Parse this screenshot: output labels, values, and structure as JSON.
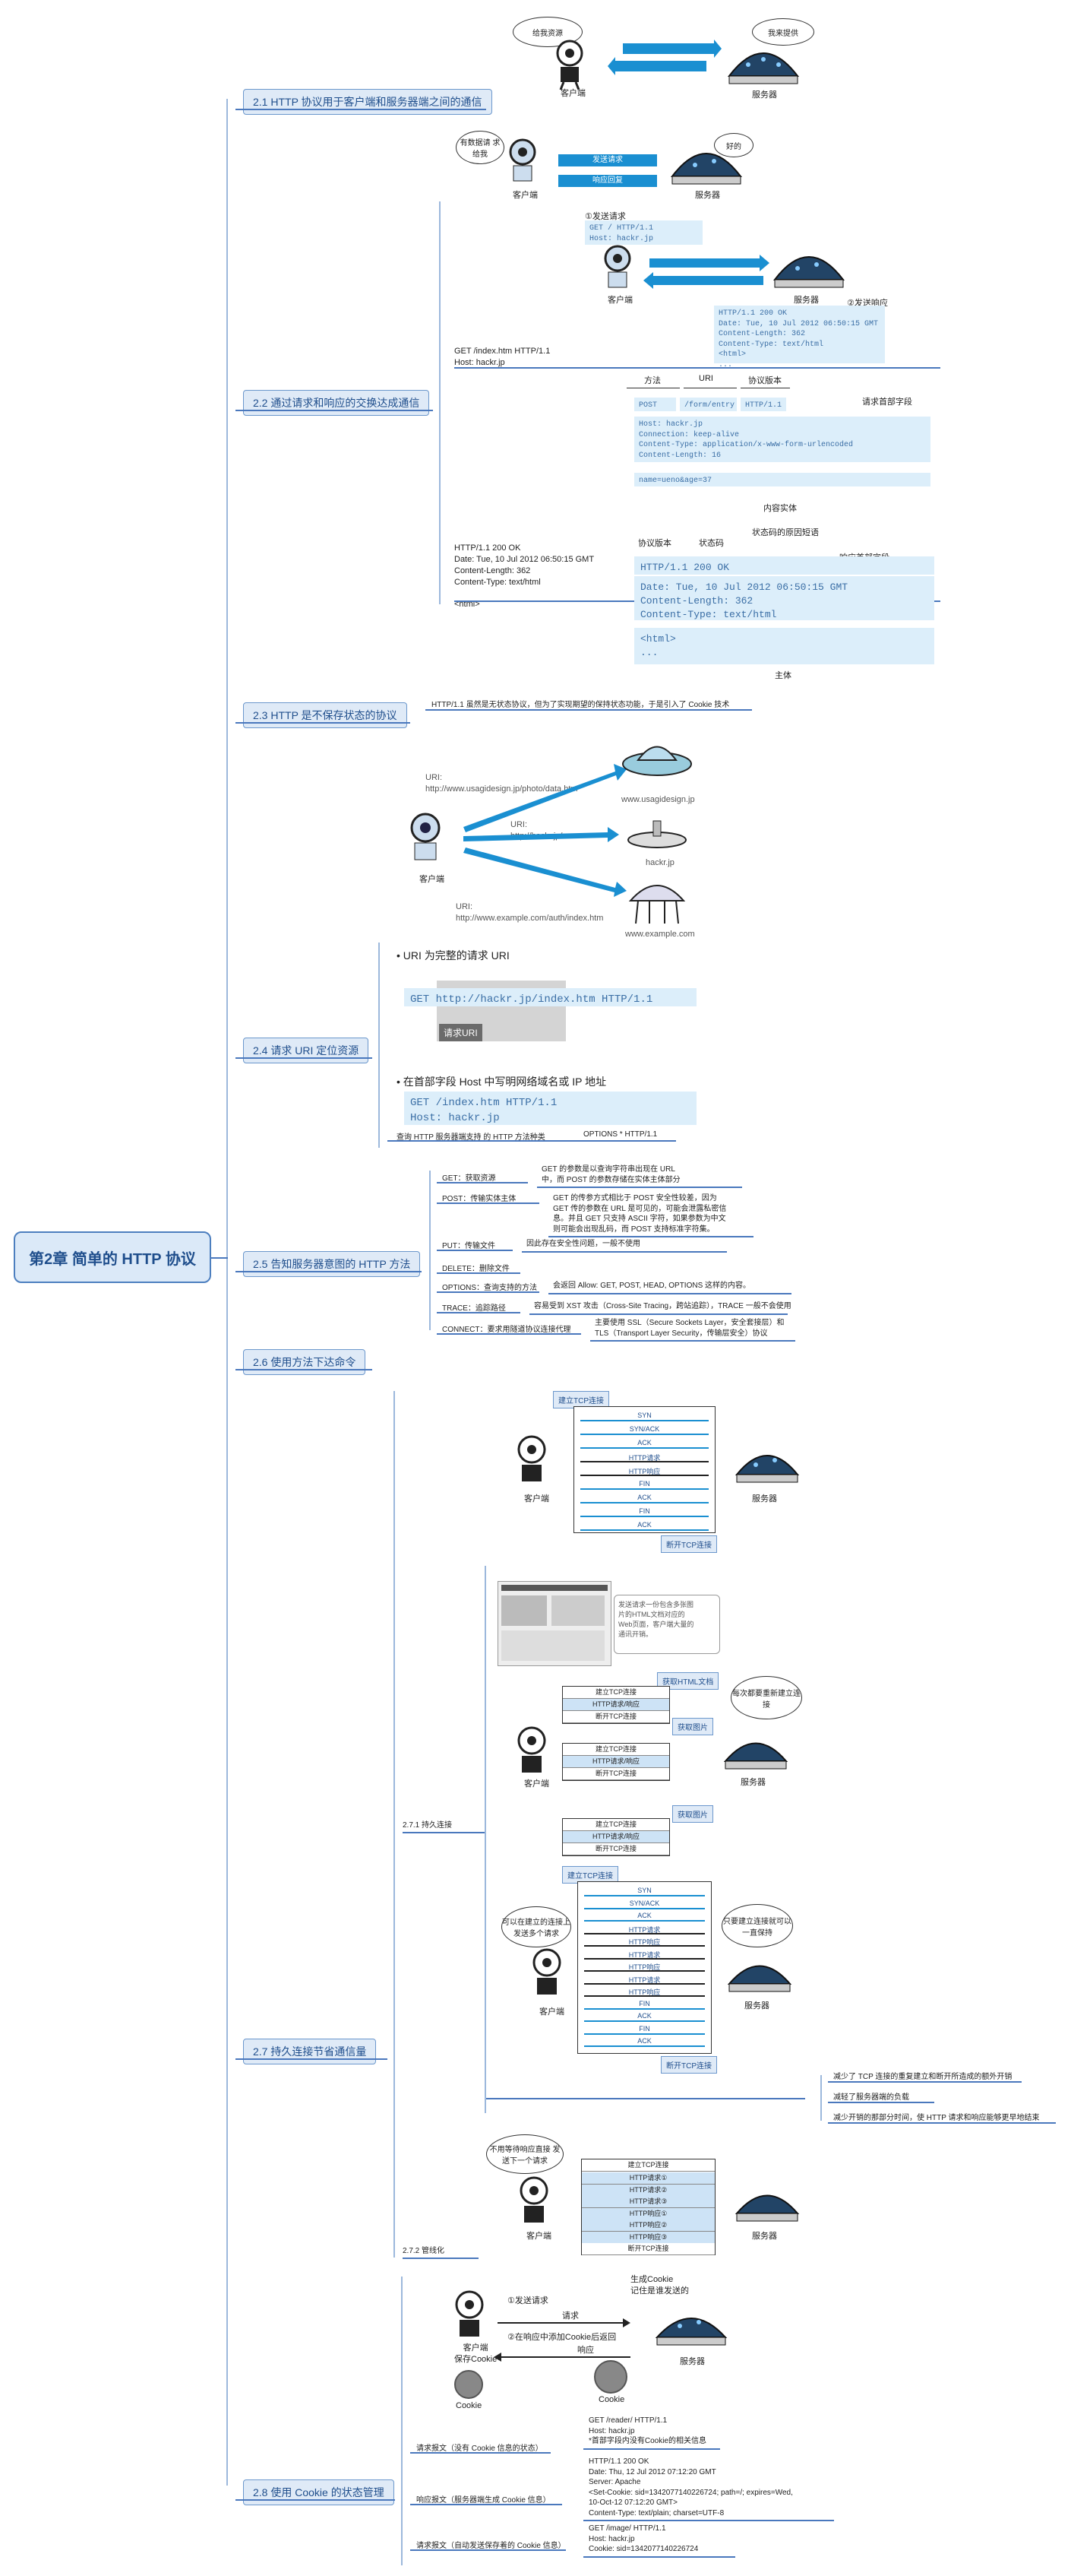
{
  "root": "第2章 简单的 HTTP 协议",
  "sections": {
    "s1": "2.1 HTTP 协议用于客户端和服务器端之间的通信",
    "s2": "2.2 通过请求和响应的交换达成通信",
    "s3": "2.3 HTTP 是不保存状态的协议",
    "s4": "2.4 请求 URI 定位资源",
    "s5": "2.5 告知服务器意图的 HTTP 方法",
    "s6": "2.6 使用方法下达命令",
    "s7": "2.7 持久连接节省通信量",
    "s8": "2.8 使用 Cookie 的状态管理"
  },
  "fig1": {
    "client": "客户端",
    "server": "服务器",
    "bubble_client": "给我资源",
    "bubble_server": "我来提供"
  },
  "fig2": {
    "client": "客户端",
    "server": "服务器",
    "bubble_client": "有数据请\n求给我",
    "bubble_server": "好的",
    "req": "发送请求",
    "resp": "响应回复"
  },
  "fig3": {
    "label_send": "①发送请求",
    "req_code": "GET / HTTP/1.1\nHost: hackr.jp",
    "client": "客户端",
    "server": "服务器",
    "label_resp": "②发送响应",
    "resp_code": "HTTP/1.1 200 OK\nDate: Tue, 10 Jul 2012 06:50:15 GMT\nContent-Length: 362\nContent-Type: text/html\n<html>\n..."
  },
  "req_side": "GET /index.htm HTTP/1.1\nHost: hackr.jp",
  "fig4": {
    "method": "方法",
    "uri": "URI",
    "ver": "协议版本",
    "head": "请求首部字段",
    "line1_method": "POST",
    "line1_uri": "/form/entry",
    "line1_ver": "HTTP/1.1",
    "headers": "Host: hackr.jp\nConnection: keep-alive\nContent-Type: application/x-www-form-urlencoded\nContent-Length: 16",
    "body": "name=ueno&age=37",
    "body_label": "内容实体"
  },
  "resp_side": "HTTP/1.1 200 OK\nDate: Tue, 10 Jul 2012 06:50:15 GMT\nContent-Length: 362\nContent-Type: text/html\n\n<html>",
  "fig5": {
    "ver": "协议版本",
    "code": "状态码",
    "reason": "状态码的原因短语",
    "head": "响应首部字段",
    "line1": "HTTP/1.1  200  OK",
    "headers": "Date: Tue, 10 Jul 2012 06:50:15 GMT\nContent-Length: 362\nContent-Type: text/html",
    "body": "<html>\n...",
    "body_label": "主体"
  },
  "s3_note": "HTTP/1.1 虽然是无状态协议，但为了实现期望的保持状态功能，于是引入了 Cookie 技术",
  "fig6": {
    "uri1": "URI:\nhttp://www.usagidesign.jp/photo/data.htm",
    "uri2": "URI:\nhttp://hackr.jp/",
    "uri3": "URI:\nhttp://www.example.com/auth/index.htm",
    "srv1": "www.usagidesign.jp",
    "srv2": "hackr.jp",
    "srv3": "www.example.com",
    "client": "客户端"
  },
  "s4": {
    "bullet1": "• URI 为完整的请求 URI",
    "code1": "GET http://hackr.jp/index.htm HTTP/1.1",
    "tag1": "请求URI",
    "bullet2": "• 在首部字段 Host 中写明网络域名或 IP 地址",
    "code2": "GET /index.htm HTTP/1.1\nHost: hackr.jp",
    "query": "查询 HTTP 服务器端支持 的 HTTP 方法种类",
    "options": "OPTIONS * HTTP/1.1"
  },
  "methods": [
    {
      "name": "GET：获取资源",
      "desc": "GET 的参数是以查询字符串出现在 URL\n中，而 POST 的参数存储在实体主体部分"
    },
    {
      "name": "POST：传输实体主体",
      "desc": "GET 的传参方式相比于 POST 安全性较差，因为\nGET 传的参数在 URL 是可见的，可能会泄露私密信\n息。并且 GET 只支持 ASCII 字符，如果参数为中文\n则可能会出现乱码，而 POST 支持标准字符集。"
    },
    {
      "name": "PUT：传输文件",
      "desc": "因此存在安全性问题，一般不使用"
    },
    {
      "name": "DELETE：删除文件",
      "desc": ""
    },
    {
      "name": "OPTIONS：查询支持的方法",
      "desc": "会返回 Allow: GET, POST, HEAD, OPTIONS 这样的内容。"
    },
    {
      "name": "TRACE：追踪路径",
      "desc": "容易受到 XST 攻击（Cross-Site Tracing，跨站追踪），TRACE 一般不会使用"
    },
    {
      "name": "CONNECT：要求用隧道协议连接代理",
      "desc": "主要使用 SSL（Secure Sockets Layer，安全套接层）和\nTLS（Transport Layer Security，传输层安全）协议"
    }
  ],
  "fig7": {
    "top": "建立TCP连接",
    "rows": [
      "SYN",
      "SYN/ACK",
      "ACK",
      "HTTP请求",
      "HTTP响应",
      "FIN",
      "ACK",
      "FIN",
      "ACK"
    ],
    "bottom": "断开TCP连接",
    "client": "客户端",
    "server": "服务器"
  },
  "s7": {
    "sub1": "2.7.1  持久连接",
    "sub2": "2.7.2  管线化",
    "page_note": "发送请求一份包含多张图\n片的HTML文档对应的\nWeb页面，客户端大量的\n通讯开销。",
    "tag_html": "获取HTML文档",
    "tag_img1": "获取图片",
    "tag_img2": "获取图片",
    "conn_rows": [
      "建立TCP连接",
      "HTTP请求/响应",
      "断开TCP连接"
    ],
    "bubble_client": "每次都要重新建立连接",
    "client": "客户端",
    "server": "服务器",
    "top2": "建立TCP连接",
    "rows2": [
      "SYN",
      "SYN/ACK",
      "ACK",
      "HTTP请求",
      "HTTP响应",
      "HTTP请求",
      "HTTP响应",
      "HTTP请求",
      "HTTP响应",
      "FIN",
      "ACK",
      "FIN",
      "ACK"
    ],
    "bottom2": "断开TCP连接",
    "bubble2_client": "可以在建立的连接上发送多个请求",
    "bubble2_server": "只要建立连接就可以一直保持",
    "benefits": [
      "减少了 TCP 连接的重复建立和断开所造成的额外开销",
      "减轻了服务器端的负载",
      "减少开销的那部分时间，使 HTTP 请求和响应能够更早地结束"
    ],
    "pipe_top": "建立TCP连接",
    "pipe_rows": [
      "HTTP请求①",
      "HTTP请求②",
      "HTTP请求③",
      "HTTP响应①",
      "HTTP响应②",
      "HTTP响应③"
    ],
    "pipe_bottom": "断开TCP连接",
    "pipe_bubble": "不用等待响应直接\n发送下一个请求"
  },
  "fig8": {
    "step1": "①发送请求",
    "req": "请求",
    "gen": "生成Cookie\n记住是谁发送的",
    "step2": "②在响应中添加Cookie后返回",
    "resp": "响应",
    "client": "客户端\n保存Cookie",
    "server": "服务器",
    "cookie": "Cookie",
    "cookie2": "Cookie"
  },
  "s8": [
    {
      "label": "请求报文（没有 Cookie 信息的状态）",
      "code": "GET /reader/ HTTP/1.1\nHost: hackr.jp\n*首部字段内没有Cookie的相关信息"
    },
    {
      "label": "响应报文（服务器端生成 Cookie 信息）",
      "code": "HTTP/1.1 200 OK\nDate: Thu, 12 Jul 2012 07:12:20 GMT\nServer: Apache\n<Set-Cookie: sid=1342077140226724; path=/; expires=Wed,\n10-Oct-12 07:12:20 GMT>\nContent-Type: text/plain; charset=UTF-8"
    },
    {
      "label": "请求报文（自动发送保存着的 Cookie 信息）",
      "code": "GET /image/ HTTP/1.1\nHost: hackr.jp\nCookie: sid=1342077140226724"
    }
  ],
  "colors": {
    "accent": "#4a78bd",
    "node_bg": "#dfeaf7",
    "code_bg": "#dceefa",
    "arrow": "#1a8fd1"
  }
}
